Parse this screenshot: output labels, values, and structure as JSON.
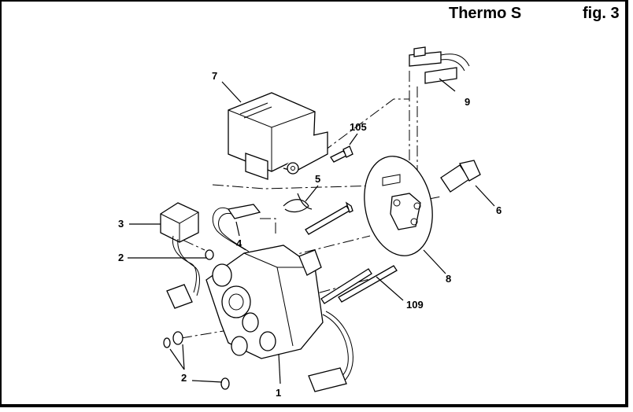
{
  "header": {
    "title": "Thermo S",
    "figure": "fig. 3"
  },
  "callouts": [
    {
      "id": "c7",
      "label": "7"
    },
    {
      "id": "c9",
      "label": "9"
    },
    {
      "id": "c105",
      "label": "105"
    },
    {
      "id": "c5",
      "label": "5"
    },
    {
      "id": "c6",
      "label": "6"
    },
    {
      "id": "c3",
      "label": "3"
    },
    {
      "id": "c4",
      "label": "4"
    },
    {
      "id": "c2a",
      "label": "2"
    },
    {
      "id": "c8",
      "label": "8"
    },
    {
      "id": "c109",
      "label": "109"
    },
    {
      "id": "c2b",
      "label": "2"
    },
    {
      "id": "c1",
      "label": "1"
    }
  ]
}
